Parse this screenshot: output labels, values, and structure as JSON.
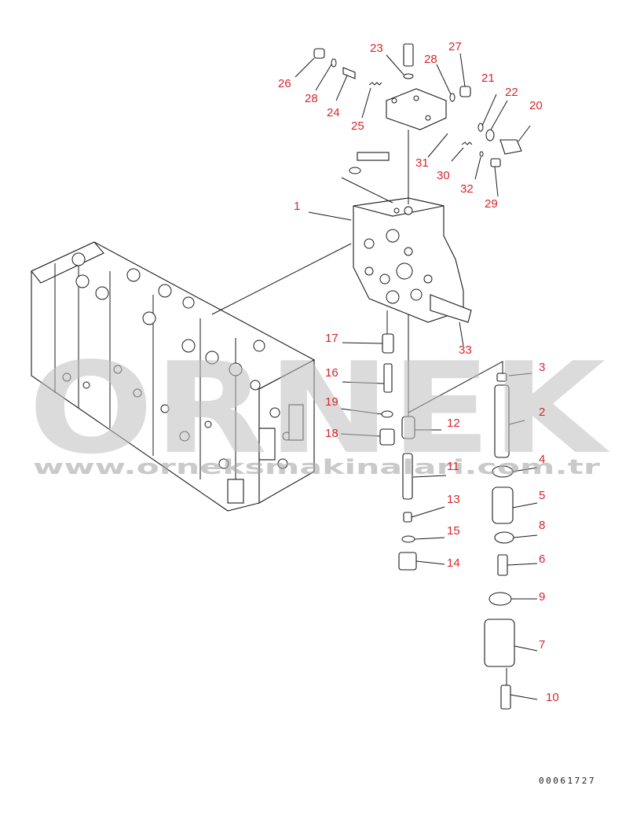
{
  "watermark": {
    "brand": "ORNEK",
    "url": "www.orneksmakinalari.com.tr"
  },
  "drawing_number": "00061727",
  "callouts": [
    {
      "id": "c1",
      "label": "1"
    },
    {
      "id": "c2",
      "label": "2"
    },
    {
      "id": "c3",
      "label": "3"
    },
    {
      "id": "c4",
      "label": "4"
    },
    {
      "id": "c5",
      "label": "5"
    },
    {
      "id": "c6",
      "label": "6"
    },
    {
      "id": "c7",
      "label": "7"
    },
    {
      "id": "c8",
      "label": "8"
    },
    {
      "id": "c9",
      "label": "9"
    },
    {
      "id": "c10",
      "label": "10"
    },
    {
      "id": "c11",
      "label": "11"
    },
    {
      "id": "c12",
      "label": "12"
    },
    {
      "id": "c13",
      "label": "13"
    },
    {
      "id": "c14",
      "label": "14"
    },
    {
      "id": "c15",
      "label": "15"
    },
    {
      "id": "c16",
      "label": "16"
    },
    {
      "id": "c17",
      "label": "17"
    },
    {
      "id": "c18",
      "label": "18"
    },
    {
      "id": "c19",
      "label": "19"
    },
    {
      "id": "c20",
      "label": "20"
    },
    {
      "id": "c21",
      "label": "21"
    },
    {
      "id": "c22",
      "label": "22"
    },
    {
      "id": "c23",
      "label": "23"
    },
    {
      "id": "c24",
      "label": "24"
    },
    {
      "id": "c25",
      "label": "25"
    },
    {
      "id": "c26",
      "label": "26"
    },
    {
      "id": "c27",
      "label": "27"
    },
    {
      "id": "c28a",
      "label": "28"
    },
    {
      "id": "c28b",
      "label": "28"
    },
    {
      "id": "c29",
      "label": "29"
    },
    {
      "id": "c30",
      "label": "30"
    },
    {
      "id": "c31",
      "label": "31"
    },
    {
      "id": "c32",
      "label": "32"
    },
    {
      "id": "c33",
      "label": "33"
    }
  ]
}
